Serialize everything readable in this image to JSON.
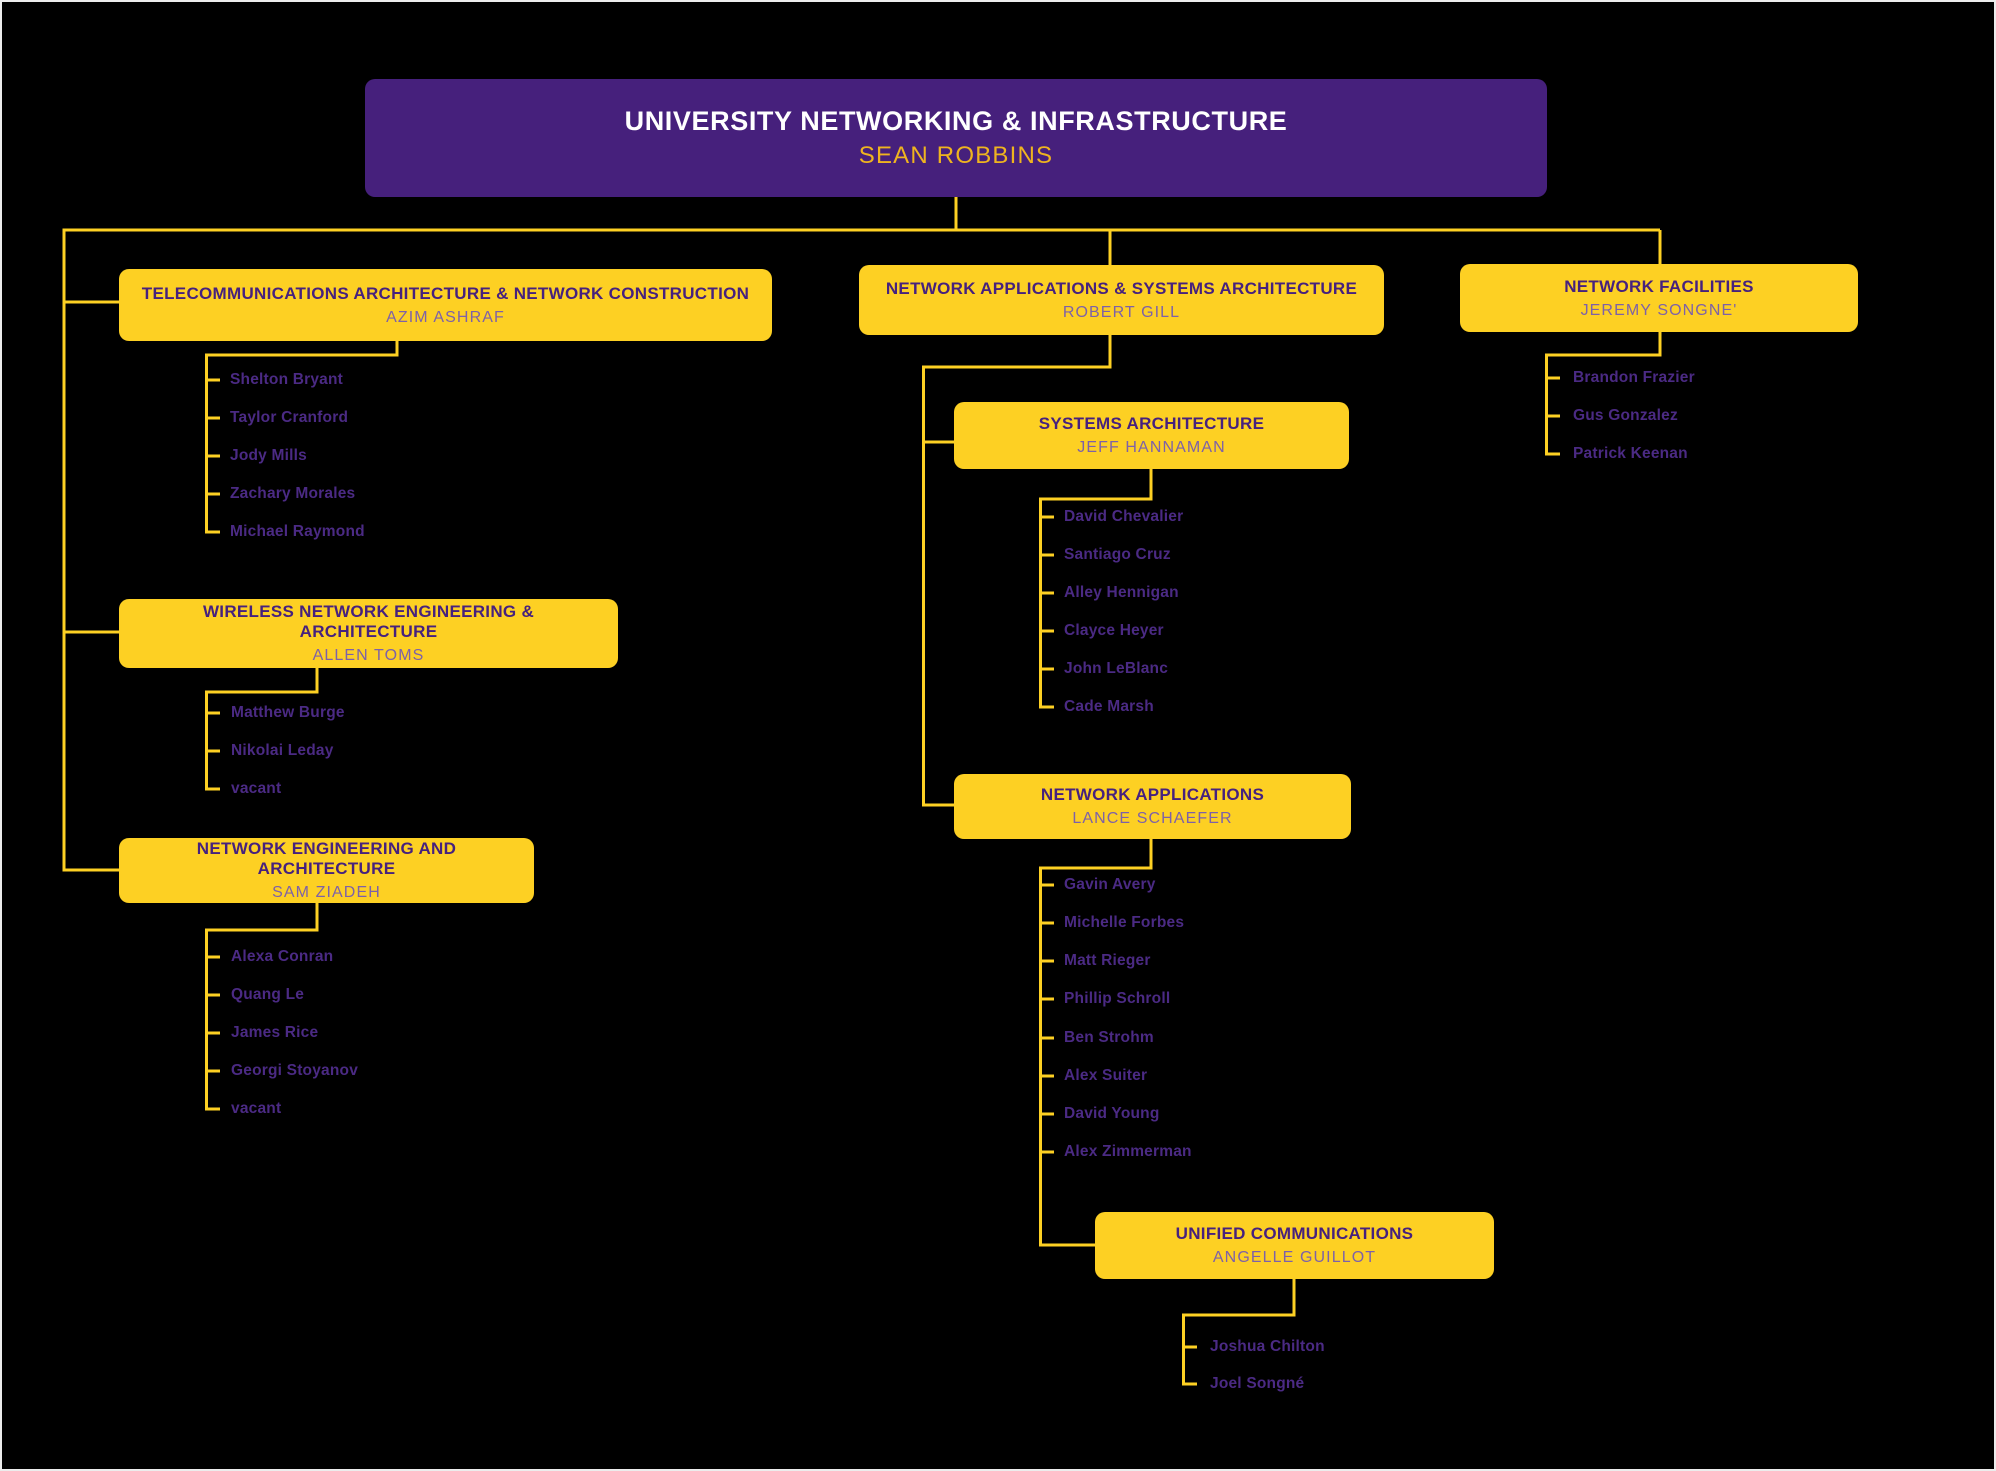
{
  "chart_title": "UNIVERSITY NETWORKING & INFRASTRUCTURE",
  "colors": {
    "background": "#000000",
    "root_box_fill": "#46207C",
    "root_title_text": "#FFFFFF",
    "root_manager_text": "#EFB41F",
    "dept_box_fill": "#FDD023",
    "dept_title_text": "#46217E",
    "dept_manager_text": "#7D61A9",
    "employee_text": "#4B2A84",
    "connector_line": "#FDD023"
  },
  "root": {
    "title": "UNIVERSITY NETWORKING & INFRASTRUCTURE",
    "manager": "SEAN ROBBINS"
  },
  "departments": {
    "telecom": {
      "title": "TELECOMMUNICATIONS ARCHITECTURE & NETWORK CONSTRUCTION",
      "manager": "AZIM ASHRAF",
      "employees": [
        "Shelton Bryant",
        "Taylor Cranford",
        "Jody Mills",
        "Zachary Morales",
        "Michael Raymond"
      ]
    },
    "wireless": {
      "title": "WIRELESS NETWORK ENGINEERING & ARCHITECTURE",
      "manager": "ALLEN TOMS",
      "employees": [
        "Matthew Burge",
        "Nikolai Leday",
        "vacant"
      ]
    },
    "neteng": {
      "title": "NETWORK ENGINEERING AND ARCHITECTURE",
      "manager": "SAM ZIADEH",
      "employees": [
        "Alexa Conran",
        "Quang Le",
        "James Rice",
        "Georgi Stoyanov",
        "vacant"
      ]
    },
    "netapps_sys": {
      "title": "NETWORK APPLICATIONS & SYSTEMS ARCHITECTURE",
      "manager": "ROBERT GILL",
      "employees": []
    },
    "sysarch": {
      "title": "SYSTEMS ARCHITECTURE",
      "manager": "JEFF HANNAMAN",
      "employees": [
        "David Chevalier",
        "Santiago Cruz",
        "Alley Hennigan",
        "Clayce Heyer",
        "John LeBlanc",
        "Cade Marsh"
      ]
    },
    "netapps": {
      "title": "NETWORK APPLICATIONS",
      "manager": "LANCE SCHAEFER",
      "employees": [
        "Gavin Avery",
        "Michelle Forbes",
        "Matt Rieger",
        "Phillip Schroll",
        "Ben Strohm",
        "Alex Suiter",
        "David Young",
        "Alex Zimmerman"
      ]
    },
    "unified": {
      "title": "UNIFIED COMMUNICATIONS",
      "manager": "ANGELLE GUILLOT",
      "employees": [
        "Joshua Chilton",
        "Joel Songné"
      ]
    },
    "facilities": {
      "title": "NETWORK FACILITIES",
      "manager": "JEREMY SONGNE'",
      "employees": [
        "Brandon Frazier",
        "Gus Gonzalez",
        "Patrick Keenan"
      ]
    }
  }
}
